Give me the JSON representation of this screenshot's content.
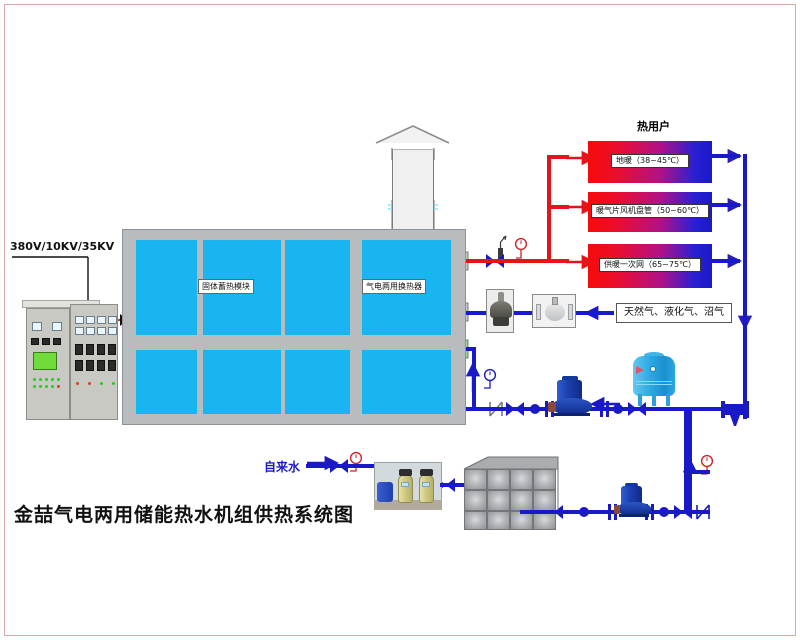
{
  "diagram": {
    "title": "金喆气电两用储能热水机组供热系统图",
    "power_label": "380V/10KV/35KV",
    "heat_users_title": "热用户",
    "tapwater_label": "自来水",
    "gas_label": "天然气、液化气、沼气",
    "cabinet": {
      "storage_module_label": "固体蓄热模块",
      "heat_exchanger_label": "气电两用换热器"
    },
    "heat_users": [
      {
        "label": "地暖（38~45℃）",
        "temp_low": 38,
        "temp_high": 45
      },
      {
        "label": "暖气片风机盘管（50~60℃）",
        "temp_low": 50,
        "temp_high": 60
      },
      {
        "label": "供暖一次网（65~75℃）",
        "temp_low": 65,
        "temp_high": 75
      }
    ],
    "colors": {
      "supply_pipe": "#e8131a",
      "return_pipe": "#1a19c8",
      "storage_cell": "#19b5f0",
      "cabinet_frame": "#b9bcbe",
      "frame_border": "#d9a8a8"
    },
    "equipment": {
      "electrical_cabinet": "控制柜",
      "chimney": "烟囱",
      "gas_regulator": "燃气调压器",
      "gas_valve": "燃气阀",
      "circulation_pump": "循环泵",
      "expansion_tank": "气压罐",
      "water_softener": "软水器",
      "water_tank": "不锈钢水箱",
      "booster_pump": "补水泵",
      "y_strainer": "Y型过滤器"
    }
  }
}
